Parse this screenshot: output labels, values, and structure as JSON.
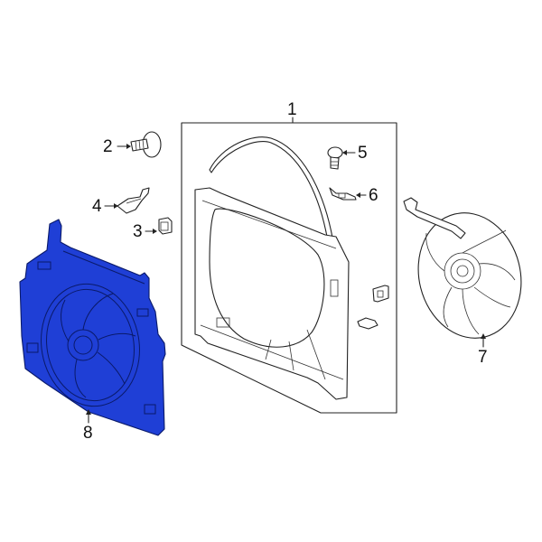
{
  "diagram": {
    "title": "Engine Cooling Fan Assembly exploded parts diagram",
    "highlight_color": "#1f3fd6",
    "line_color": "#222222",
    "background": "#ffffff",
    "callouts": [
      {
        "id": "1",
        "label": "1",
        "part": "fan-shroud"
      },
      {
        "id": "2",
        "label": "2",
        "part": "shroud-bolt"
      },
      {
        "id": "3",
        "label": "3",
        "part": "retainer-nut"
      },
      {
        "id": "4",
        "label": "4",
        "part": "bracket-clip"
      },
      {
        "id": "5",
        "label": "5",
        "part": "bolt"
      },
      {
        "id": "6",
        "label": "6",
        "part": "clip"
      },
      {
        "id": "7",
        "label": "7",
        "part": "fan-motor-and-blade"
      },
      {
        "id": "8",
        "label": "8",
        "part": "fan-assembly-highlighted"
      }
    ]
  }
}
